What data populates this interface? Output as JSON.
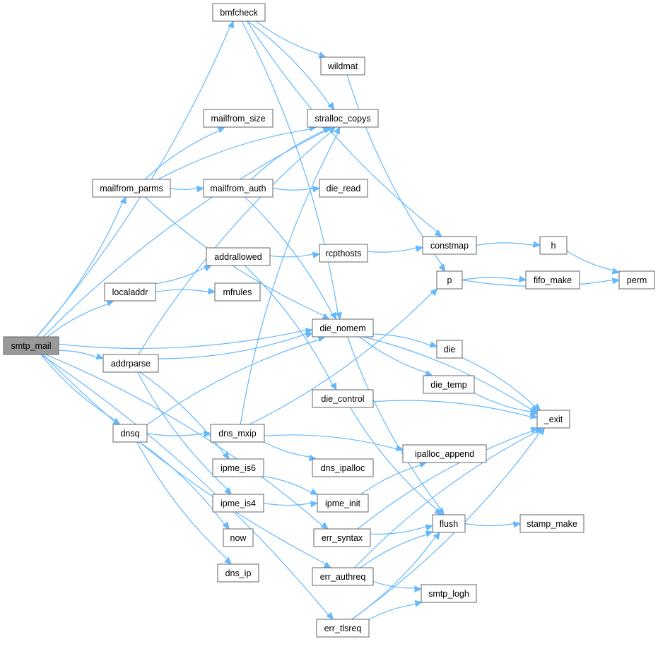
{
  "diagram": {
    "root": "smtp_mail",
    "colors": {
      "edge": "#63b8ff",
      "root_fill": "#999999",
      "node_fill": "#ffffff",
      "node_stroke": "#666666"
    },
    "nodes": [
      {
        "id": "smtp_mail",
        "label": "smtp_mail"
      },
      {
        "id": "bmfcheck",
        "label": "bmfcheck"
      },
      {
        "id": "wildmat",
        "label": "wildmat"
      },
      {
        "id": "stralloc_copys",
        "label": "stralloc_copys"
      },
      {
        "id": "mailfrom_size",
        "label": "mailfrom_size"
      },
      {
        "id": "mailfrom_parms",
        "label": "mailfrom_parms"
      },
      {
        "id": "mailfrom_auth",
        "label": "mailfrom_auth"
      },
      {
        "id": "die_read",
        "label": "die_read"
      },
      {
        "id": "constmap",
        "label": "constmap"
      },
      {
        "id": "h",
        "label": "h"
      },
      {
        "id": "perm",
        "label": "perm"
      },
      {
        "id": "addrallowed",
        "label": "addrallowed"
      },
      {
        "id": "rcpthosts",
        "label": "rcpthosts"
      },
      {
        "id": "p",
        "label": "p"
      },
      {
        "id": "fifo_make",
        "label": "fifo_make"
      },
      {
        "id": "localaddr",
        "label": "localaddr"
      },
      {
        "id": "mfrules",
        "label": "mfrules"
      },
      {
        "id": "die_nomem",
        "label": "die_nomem"
      },
      {
        "id": "die",
        "label": "die"
      },
      {
        "id": "addrparse",
        "label": "addrparse"
      },
      {
        "id": "die_temp",
        "label": "die_temp"
      },
      {
        "id": "die_control",
        "label": "die_control"
      },
      {
        "id": "_exit",
        "label": "_exit"
      },
      {
        "id": "dnsq",
        "label": "dnsq"
      },
      {
        "id": "dns_mxip",
        "label": "dns_mxip"
      },
      {
        "id": "ipalloc_append",
        "label": "ipalloc_append"
      },
      {
        "id": "ipme_is6",
        "label": "ipme_is6"
      },
      {
        "id": "dns_ipalloc",
        "label": "dns_ipalloc"
      },
      {
        "id": "ipme_is4",
        "label": "ipme_is4"
      },
      {
        "id": "ipme_init",
        "label": "ipme_init"
      },
      {
        "id": "now",
        "label": "now"
      },
      {
        "id": "err_syntax",
        "label": "err_syntax"
      },
      {
        "id": "flush",
        "label": "flush"
      },
      {
        "id": "stamp_make",
        "label": "stamp_make"
      },
      {
        "id": "dns_ip",
        "label": "dns_ip"
      },
      {
        "id": "err_authreq",
        "label": "err_authreq"
      },
      {
        "id": "smtp_logh",
        "label": "smtp_logh"
      },
      {
        "id": "err_tlsreq",
        "label": "err_tlsreq"
      }
    ],
    "edges": [
      {
        "from": "smtp_mail",
        "to": "bmfcheck"
      },
      {
        "from": "smtp_mail",
        "to": "stralloc_copys"
      },
      {
        "from": "smtp_mail",
        "to": "mailfrom_parms"
      },
      {
        "from": "smtp_mail",
        "to": "localaddr"
      },
      {
        "from": "smtp_mail",
        "to": "die_nomem"
      },
      {
        "from": "smtp_mail",
        "to": "addrparse"
      },
      {
        "from": "smtp_mail",
        "to": "dnsq"
      },
      {
        "from": "smtp_mail",
        "to": "err_syntax"
      },
      {
        "from": "smtp_mail",
        "to": "err_authreq"
      },
      {
        "from": "smtp_mail",
        "to": "err_tlsreq"
      },
      {
        "from": "bmfcheck",
        "to": "wildmat"
      },
      {
        "from": "bmfcheck",
        "to": "stralloc_copys"
      },
      {
        "from": "bmfcheck",
        "to": "constmap"
      },
      {
        "from": "bmfcheck",
        "to": "die_nomem"
      },
      {
        "from": "wildmat",
        "to": "p"
      },
      {
        "from": "mailfrom_parms",
        "to": "mailfrom_size"
      },
      {
        "from": "mailfrom_parms",
        "to": "mailfrom_auth"
      },
      {
        "from": "mailfrom_parms",
        "to": "stralloc_copys"
      },
      {
        "from": "mailfrom_parms",
        "to": "die_nomem"
      },
      {
        "from": "mailfrom_auth",
        "to": "stralloc_copys"
      },
      {
        "from": "mailfrom_auth",
        "to": "die_read"
      },
      {
        "from": "mailfrom_auth",
        "to": "die_nomem"
      },
      {
        "from": "localaddr",
        "to": "addrallowed"
      },
      {
        "from": "localaddr",
        "to": "mfrules"
      },
      {
        "from": "addrallowed",
        "to": "rcpthosts"
      },
      {
        "from": "addrallowed",
        "to": "die_control"
      },
      {
        "from": "rcpthosts",
        "to": "constmap"
      },
      {
        "from": "constmap",
        "to": "h"
      },
      {
        "from": "h",
        "to": "perm"
      },
      {
        "from": "p",
        "to": "fifo_make"
      },
      {
        "from": "p",
        "to": "perm"
      },
      {
        "from": "addrparse",
        "to": "stralloc_copys"
      },
      {
        "from": "addrparse",
        "to": "die_nomem"
      },
      {
        "from": "addrparse",
        "to": "ipme_is6"
      },
      {
        "from": "addrparse",
        "to": "ipme_is4"
      },
      {
        "from": "die_nomem",
        "to": "die"
      },
      {
        "from": "die_nomem",
        "to": "die_temp"
      },
      {
        "from": "die_nomem",
        "to": "_exit"
      },
      {
        "from": "die_nomem",
        "to": "flush"
      },
      {
        "from": "die",
        "to": "_exit"
      },
      {
        "from": "die_temp",
        "to": "_exit"
      },
      {
        "from": "die_control",
        "to": "_exit"
      },
      {
        "from": "die_control",
        "to": "flush"
      },
      {
        "from": "dnsq",
        "to": "die_nomem"
      },
      {
        "from": "dnsq",
        "to": "dns_mxip"
      },
      {
        "from": "dnsq",
        "to": "now"
      },
      {
        "from": "dnsq",
        "to": "dns_ip"
      },
      {
        "from": "dns_mxip",
        "to": "stralloc_copys"
      },
      {
        "from": "dns_mxip",
        "to": "p"
      },
      {
        "from": "dns_mxip",
        "to": "ipalloc_append"
      },
      {
        "from": "dns_mxip",
        "to": "dns_ipalloc"
      },
      {
        "from": "ipme_is6",
        "to": "ipme_init"
      },
      {
        "from": "ipme_is4",
        "to": "ipme_init"
      },
      {
        "from": "ipme_init",
        "to": "ipalloc_append"
      },
      {
        "from": "err_syntax",
        "to": "flush"
      },
      {
        "from": "err_syntax",
        "to": "_exit"
      },
      {
        "from": "flush",
        "to": "stamp_make"
      },
      {
        "from": "err_authreq",
        "to": "flush"
      },
      {
        "from": "err_authreq",
        "to": "smtp_logh"
      },
      {
        "from": "err_authreq",
        "to": "_exit"
      },
      {
        "from": "err_tlsreq",
        "to": "flush"
      },
      {
        "from": "err_tlsreq",
        "to": "smtp_logh"
      },
      {
        "from": "err_tlsreq",
        "to": "_exit"
      }
    ]
  }
}
